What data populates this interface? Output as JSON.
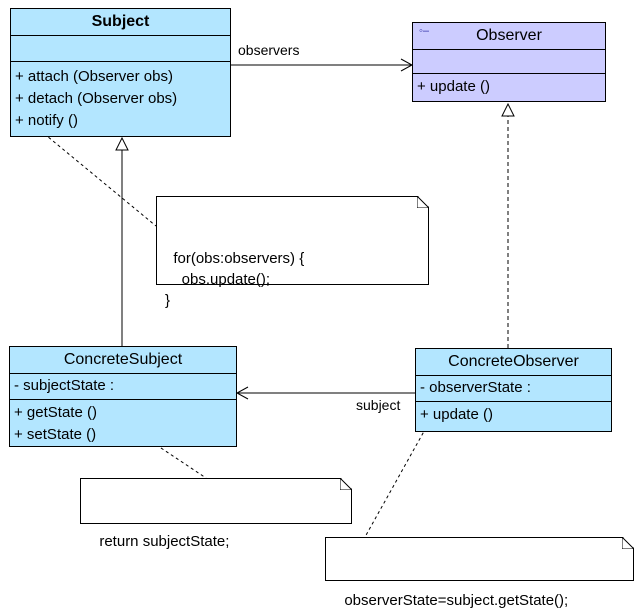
{
  "subject": {
    "name": "Subject",
    "methods": [
      "+  attach (Observer obs)",
      "+  detach (Observer obs)",
      "+  notify ()"
    ]
  },
  "observer": {
    "name": "Observer",
    "methods": [
      "+  update ()"
    ]
  },
  "concrete_subject": {
    "name": "ConcreteSubject",
    "attributes": [
      "-  subjectState  :"
    ],
    "methods": [
      "+  getState ()",
      "+  setState ()"
    ]
  },
  "concrete_observer": {
    "name": "ConcreteObserver",
    "attributes": [
      "-  observerState  :"
    ],
    "methods": [
      "+  update ()"
    ]
  },
  "notes": {
    "notify": "for(obs:observers) {\n    obs.update();\n}",
    "getstate": "return subjectState;",
    "update": "observerState=subject.getState();"
  },
  "associations": {
    "observers": "observers",
    "subject": "subject"
  },
  "colors": {
    "class_fill": "#b3e6ff",
    "interface_fill": "#ccccff",
    "line": "#000000"
  }
}
